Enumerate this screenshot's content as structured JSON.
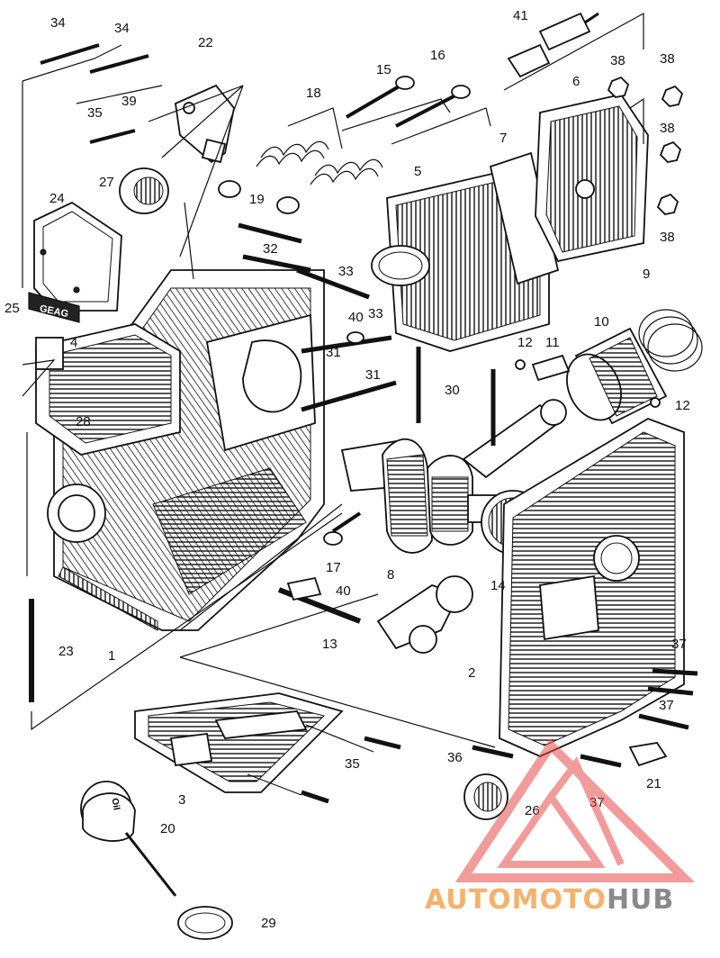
{
  "diagram": {
    "labels": [
      "1",
      "2",
      "3",
      "4",
      "5",
      "6",
      "7",
      "8",
      "9",
      "10",
      "11",
      "12",
      "13",
      "14",
      "15",
      "16",
      "17",
      "18",
      "19",
      "20",
      "21",
      "22",
      "23",
      "24",
      "25",
      "26",
      "27",
      "28",
      "29",
      "30",
      "31",
      "32",
      "33",
      "34",
      "35",
      "36",
      "37",
      "38",
      "39",
      "40",
      "41"
    ],
    "cover_plate_text": "GEAG",
    "dipstick_text": "Oil"
  },
  "watermark": {
    "brand_part1": "AUTOMOTO",
    "brand_part2": "HUB",
    "logo_color": "#e94b4b",
    "text_color_1": "#f6b26b",
    "text_color_2": "#8a8a8a"
  }
}
